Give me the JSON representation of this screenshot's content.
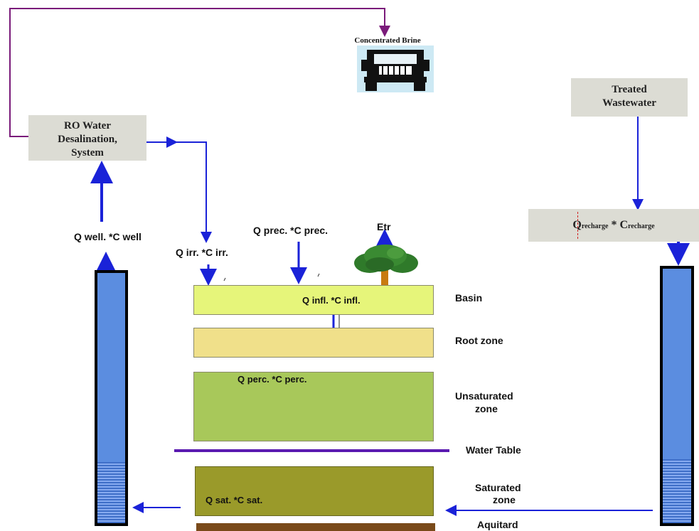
{
  "brine": {
    "label": "Concentrated Brine"
  },
  "ro_system": {
    "lines": [
      "RO Water",
      "Desalination,",
      "System"
    ]
  },
  "treated_wastewater": {
    "lines": [
      "Treated",
      "Wastewater"
    ]
  },
  "recharge": {
    "q": "Q",
    "q_sub": "recharge",
    "mult": " * ",
    "c": "C",
    "c_sub": "recharge"
  },
  "labels": {
    "q_well": "Q well. *C well",
    "q_irr": "Q irr. *C irr.",
    "q_prec": "Q prec. *C prec.",
    "etr": "Etr",
    "q_infl": "Q infl. *C infl.",
    "q_perc": "Q perc. *C perc.",
    "q_sat": "Q sat. *C sat."
  },
  "zones": {
    "basin": "Basin",
    "root_zone": "Root zone",
    "unsaturated_1": "Unsaturated",
    "unsaturated_2": "zone",
    "water_table": "Water Table",
    "saturated_1": "Saturated",
    "saturated_2": "zone",
    "aquitard": "Aquitard"
  },
  "colors": {
    "flow_arrow": "#1a22d8",
    "brine_line": "#7a1a7a",
    "water_table": "#5a1ab0",
    "basin": "#e6f57a",
    "root_zone": "#f0e08a",
    "unsaturated": "#a8c85a",
    "saturated": "#9a9a2a",
    "aquitard": "#7a4a1a",
    "well": "#5b8de0"
  }
}
